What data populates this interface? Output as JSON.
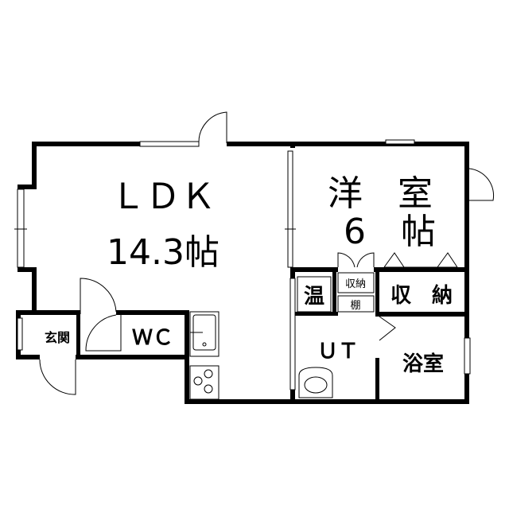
{
  "floorplan": {
    "rooms": {
      "ldk_name": "ＬＤＫ",
      "ldk_size": "14.3帖",
      "western_name": "洋　室",
      "western_size": "6　帖",
      "storage": "収　納",
      "small_storage": "収納",
      "shelf": "棚",
      "water_heater": "温",
      "utility": "ＵＴ",
      "bathroom": "浴室",
      "entrance": "玄関",
      "toilet": "ＷＣ"
    },
    "colors": {
      "wall": "#000000",
      "background": "#ffffff"
    }
  }
}
